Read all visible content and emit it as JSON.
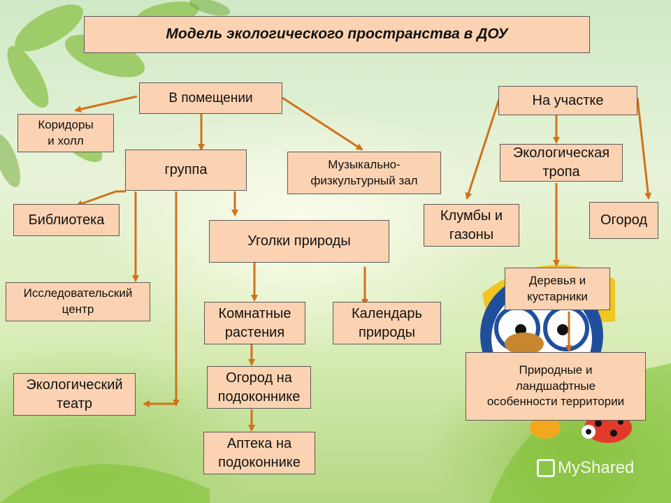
{
  "title": "Модель экологического пространства в  ДОУ",
  "nodes": {
    "indoor": "В помещении",
    "corridors": "Коридоры\nи холл",
    "group": "группа",
    "music_hall": "Музыкально-\nфизкультурный зал",
    "library": "Библиотека",
    "nature_corners": "Уголки природы",
    "research_center": "Исследовательский\nцентр",
    "houseplants": "Комнатные\nрастения",
    "nature_calendar": "Календарь\nприроды",
    "windowsill_garden": "Огород на\nподоконнике",
    "eco_theater": "Экологический\nтеатр",
    "windowsill_pharmacy": "Аптека на\nподоконнике",
    "site": "На участке",
    "eco_trail": "Экологическая\nтропа",
    "flowerbeds": "Клумбы и\nгазоны",
    "vegetable_garden": "Огород",
    "trees_shrubs": "Деревья и\nкустарники",
    "landscape": "Природные и\nландшафтные\nособенности территории"
  },
  "colors": {
    "box_fill": "#fbd3b2",
    "box_border": "#5a5a5a",
    "arrow": "#d2711b"
  },
  "watermark": "MyShared"
}
